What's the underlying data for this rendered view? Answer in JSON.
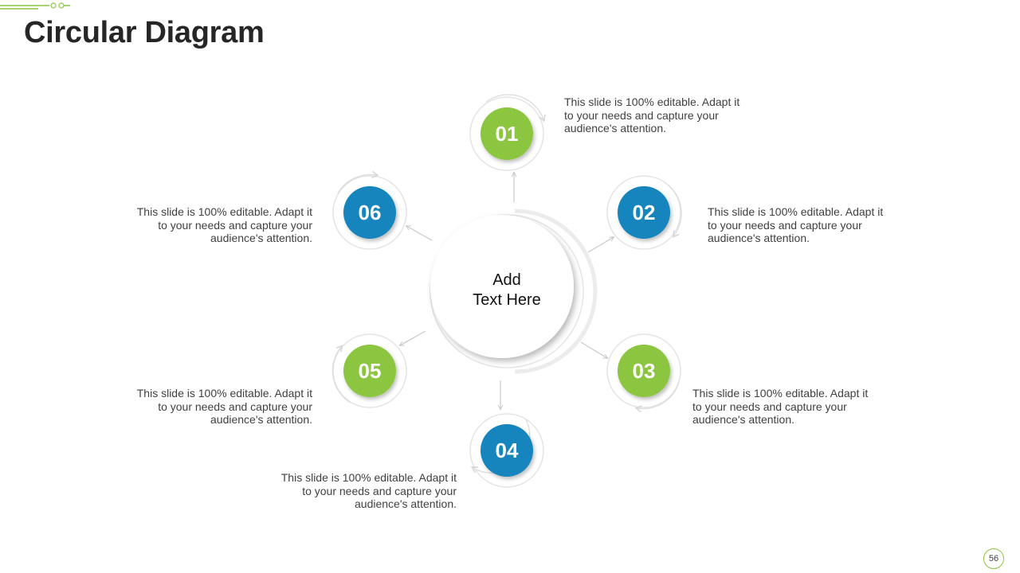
{
  "title": "Circular Diagram",
  "center": {
    "line1": "Add",
    "line2": "Text Here"
  },
  "colors": {
    "green": "#8cc63f",
    "blue": "#1485bd"
  },
  "nodes": [
    {
      "label": "01",
      "color": "green",
      "text": "This slide is 100% editable. Adapt it to your needs and capture your audience's attention."
    },
    {
      "label": "02",
      "color": "blue",
      "text": "This slide is 100% editable. Adapt it to your needs and capture your audience's attention."
    },
    {
      "label": "03",
      "color": "green",
      "text": "This slide is 100% editable. Adapt it to your needs and capture your audience's attention."
    },
    {
      "label": "04",
      "color": "blue",
      "text": "This slide is 100% editable. Adapt it to your needs and capture your audience's attention."
    },
    {
      "label": "05",
      "color": "green",
      "text": "This slide is 100% editable. Adapt it to your needs and capture your audience's attention."
    },
    {
      "label": "06",
      "color": "blue",
      "text": "This slide is 100% editable. Adapt it to your needs and capture your audience's attention."
    }
  ],
  "page_number": "56"
}
